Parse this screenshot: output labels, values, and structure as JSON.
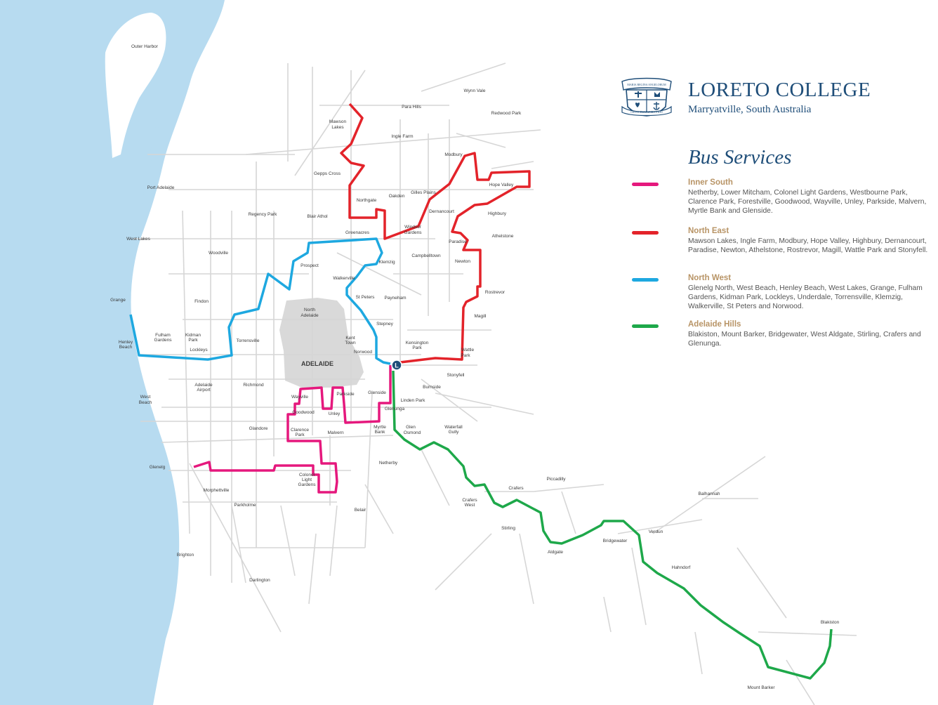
{
  "college": {
    "name": "LORETO COLLEGE",
    "location": "Marryatville, South Australia",
    "crest_text_top": "MARIA REGINA ANGELORUM",
    "crest_text_bottom": "CRUCI DUM SPIRO FIDO"
  },
  "legend": {
    "title": "Bus Services",
    "routes": [
      {
        "name": "Inner South",
        "color": "#e5187d",
        "suburbs": "Netherby, Lower Mitcham, Colonel Light Gardens, Westbourne Park, Clarence Park, Forestville, Goodwood, Wayville, Unley, Parkside, Malvern, Myrtle Bank and Glenside."
      },
      {
        "name": "North East",
        "color": "#e3232a",
        "suburbs": "Mawson Lakes, Ingle Farm, Modbury, Hope Valley, Highbury, Dernancourt, Paradise, Newton, Athelstone, Rostrevor, Magill, Wattle Park and Stonyfell."
      },
      {
        "name": "North West",
        "color": "#1ea8e0",
        "suburbs": "Glenelg North, West Beach, Henley Beach, West Lakes, Grange, Fulham Gardens, Kidman Park, Lockleys, Underdale, Torrensville, Klemzig, Walkerville, St Peters and Norwood."
      },
      {
        "name": "Adelaide Hills",
        "color": "#1ea84a",
        "suburbs": "Blakiston, Mount Barker, Bridgewater, West Aldgate, Stirling, Crafers and Glenunga."
      }
    ]
  },
  "map": {
    "sea_color": "#b7dbf0",
    "city_area_color": "#d9d9d9",
    "road_color": "#d6d6d6",
    "school_marker": "L",
    "places": {
      "outer_harbor": "Outer Harbor",
      "wynn_vale": "Wynn Vale",
      "para_hills": "Para Hills",
      "redwood_park": "Redwood Park",
      "mawson": "Mawson",
      "lakes": "Lakes",
      "ingle_farm": "Ingle Farm",
      "modbury": "Modbury",
      "gepps_cross": "Gepps Cross",
      "hope_valley": "Hope Valley",
      "port_adelaide": "Port Adelaide",
      "gilles_plains": "Gilles Plains",
      "oakden": "Oakden",
      "northgate": "Northgate",
      "dernancourt": "Dernancourt",
      "highbury": "Highbury",
      "regency_park": "Regency Park",
      "blair_athol": "Blair Athol",
      "windsor": "Windsor",
      "gardens": "Gardens",
      "greenacres": "Greenacres",
      "athelstone": "Athelstone",
      "west_lakes": "West Lakes",
      "paradise": "Paradise",
      "woodville": "Woodville",
      "campbelltown": "Campbelltown",
      "prospect": "Prospect",
      "klemzig": "Klemzig",
      "newton": "Newton",
      "walkerville": "Walkerville",
      "rostrevor": "Rostrevor",
      "st_peters": "St Peters",
      "payneham": "Payneham",
      "grange": "Grange",
      "findon": "Findon",
      "north": "North",
      "adelaide_lower": "Adelaide",
      "magill": "Magill",
      "stepney": "Stepney",
      "fulham": "Fulham",
      "kidman": "Kidman",
      "park": "Park",
      "henley": "Henley",
      "beach": "Beach",
      "torrensville": "Torrensville",
      "kent": "Kent",
      "town": "Town",
      "kensington": "Kensington",
      "wattle": "Wattle",
      "lockleys": "Lockleys",
      "norwood": "Norwood",
      "adelaide_city": "ADELAIDE",
      "stonyfell": "Stonyfell",
      "airport": "Airport",
      "richmond": "Richmond",
      "burnside": "Burnside",
      "glenside": "Glenside",
      "wayville": "Wayville",
      "parkside": "Parkside",
      "linden_park": "Linden Park",
      "west": "West",
      "glenunga": "Glenunga",
      "goodwood": "Goodwood",
      "unley": "Unley",
      "glen": "Glen",
      "osmond": "Osmond",
      "waterfall": "Waterfall",
      "gully": "Gully",
      "myrtle": "Myrtle",
      "bank": "Bank",
      "glandore": "Glandore",
      "clarence": "Clarence",
      "malvern": "Malvern",
      "netherby": "Netherby",
      "glenelg": "Glenelg",
      "colonel": "Colonel",
      "light": "Light",
      "piccadilly": "Piccadilly",
      "morphettville": "Morphettville",
      "crafers": "Crafers",
      "balhannah": "Balhannah",
      "parkholme": "Parkholme",
      "belair": "Belair",
      "stirling": "Stirling",
      "verdun": "Verdun",
      "bridgewater": "Bridgewater",
      "aldgate": "Aldgate",
      "brighton": "Brighton",
      "hahndorf": "Hahndorf",
      "darlington": "Darlington",
      "blakiston": "Blakiston",
      "mount_barker": "Mount Barker"
    }
  }
}
